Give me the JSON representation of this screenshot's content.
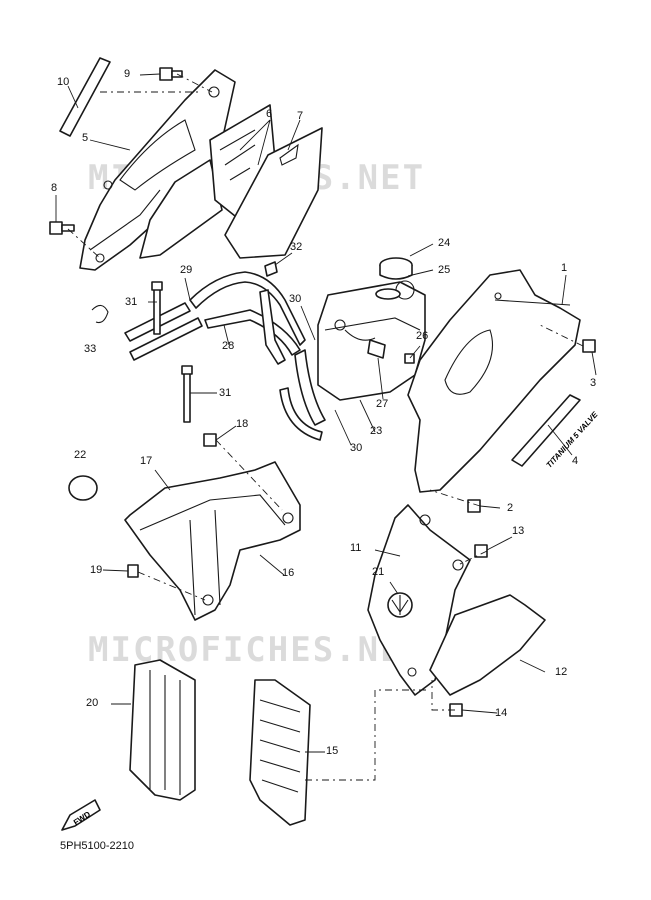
{
  "diagram": {
    "drawing_code": "5PH5100-2210",
    "watermark": "MICROFICHES.NET",
    "fwd_label": "FWD",
    "decal_text": "TITANIUM 5 VALVE",
    "callouts": [
      "1",
      "2",
      "3",
      "4",
      "5",
      "6",
      "7",
      "8",
      "9",
      "10",
      "11",
      "12",
      "13",
      "14",
      "15",
      "16",
      "17",
      "18",
      "19",
      "20",
      "21",
      "22",
      "23",
      "24",
      "25",
      "26",
      "27",
      "28",
      "29",
      "30",
      "30",
      "31",
      "31",
      "32",
      "33"
    ]
  }
}
